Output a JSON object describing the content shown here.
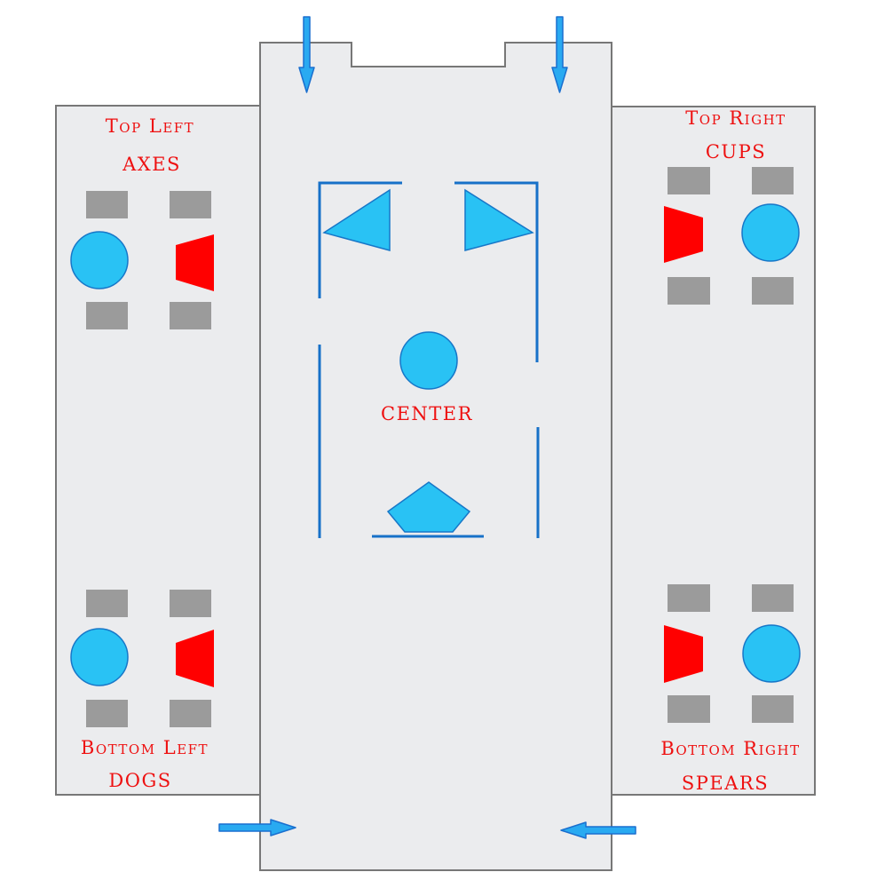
{
  "zones": {
    "top_left": {
      "line1": "Top Left",
      "line2": "AXES"
    },
    "top_right": {
      "line1": "Top Right",
      "line2": "CUPS"
    },
    "center": {
      "label": "CENTER"
    },
    "bottom_left": {
      "line1": "Bottom Left",
      "line2": "DOGS"
    },
    "bottom_right": {
      "line1": "Bottom Right",
      "line2": "SPEARS"
    }
  },
  "colors": {
    "room_fill": "#ebecee",
    "room_border": "#777777",
    "label_red": "#ee1111",
    "crate_gray": "#9b9b9b",
    "pad_red": "#ff0000",
    "token_blue": "#29c2f4",
    "wall_blue": "#1771c8"
  },
  "icons": [
    "down-arrow-icon",
    "right-arrow-icon",
    "left-arrow-icon",
    "triangle-left-icon",
    "triangle-right-icon",
    "pentagon-icon",
    "circle-token-icon",
    "crate-icon",
    "red-trapezoid-pad-icon"
  ]
}
